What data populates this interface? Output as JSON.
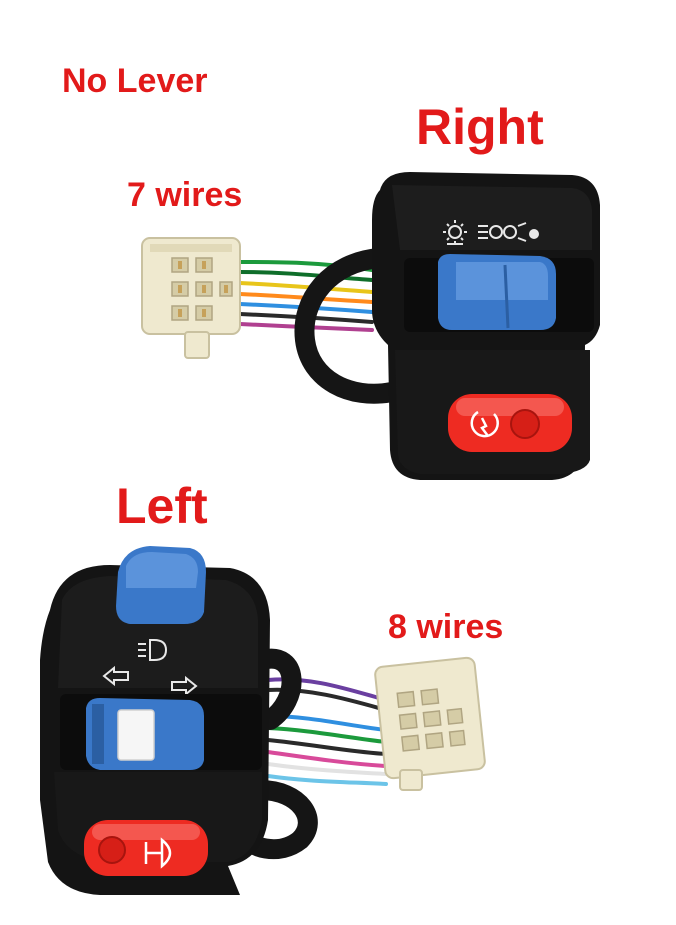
{
  "labels": {
    "no_lever": "No Lever",
    "right": "Right",
    "seven_wires": "7 wires",
    "left": "Left",
    "eight_wires": "8 wires"
  },
  "colors": {
    "label_red": "#e21a1a",
    "switch_body": "#121212",
    "blue_button": "#3a78c9",
    "red_button": "#ee2b22",
    "connector": "#efe9cf"
  },
  "icons": [
    "headlight-on-icon",
    "parking-light-icon",
    "light-off-dot-icon",
    "engine-start-icon",
    "high-beam-icon",
    "turn-left-arrow-icon",
    "turn-right-arrow-icon",
    "horn-icon"
  ]
}
